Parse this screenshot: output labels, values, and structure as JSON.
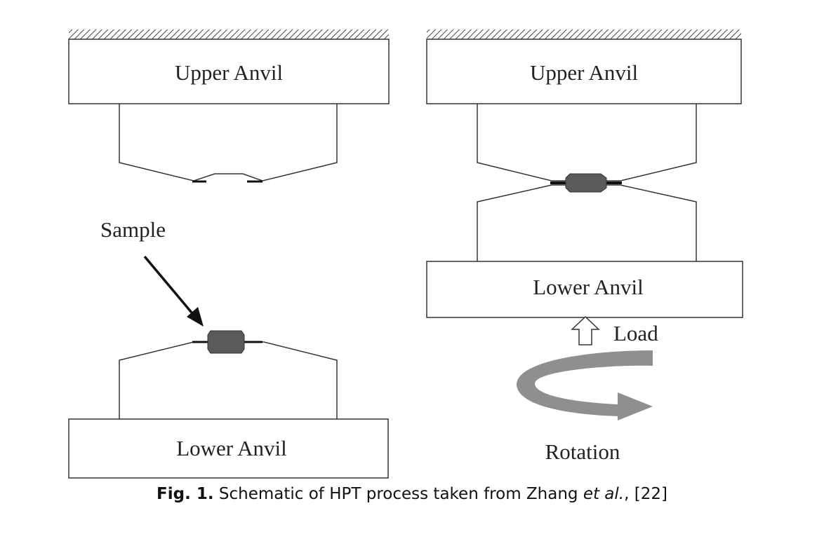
{
  "diagram": {
    "left": {
      "upper_label": "Upper Anvil",
      "lower_label": "Lower Anvil",
      "sample_label": "Sample"
    },
    "right": {
      "upper_label": "Upper Anvil",
      "lower_label": "Lower Anvil",
      "load_label": "Load",
      "rotation_label": "Rotation"
    }
  },
  "caption": {
    "fig": "Fig. 1.",
    "text": " Schematic of HPT process taken from Zhang ",
    "etal": "et al.",
    "ref": ", [22]"
  },
  "colors": {
    "line": "#333333",
    "sample": "#5a5a5a",
    "rotation_arrow": "#8f8f8f"
  }
}
